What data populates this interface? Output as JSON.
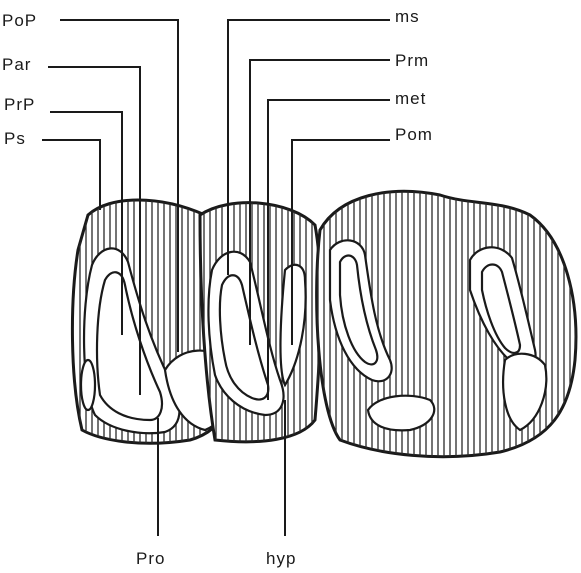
{
  "figure": {
    "labels": {
      "pop": "PoP",
      "par": "Par",
      "prp": "PrP",
      "ps": "Ps",
      "ms": "ms",
      "prm": "Prm",
      "met": "met",
      "pom": "Pom",
      "pro": "Pro",
      "hyp": "hyp"
    }
  }
}
